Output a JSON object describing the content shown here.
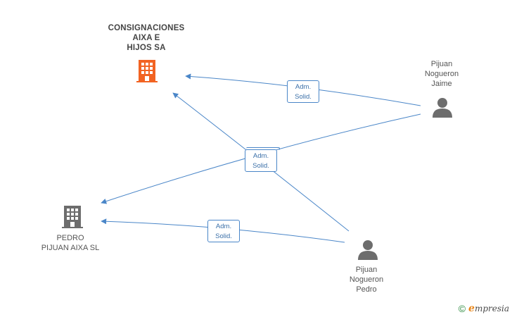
{
  "nodes": {
    "company_main": {
      "label": "CONSIGNACIONES\nAIXA E\nHIJOS SA",
      "color": "#f26322"
    },
    "company_second": {
      "label": "PEDRO\nPIJUAN AIXA SL",
      "color": "#6d6d6d"
    },
    "person_jaime": {
      "label": "Pijuan\nNogueron\nJaime",
      "color": "#6d6d6d"
    },
    "person_pedro": {
      "label": "Pijuan\nNogueron\nPedro",
      "color": "#6d6d6d"
    }
  },
  "edges": [
    {
      "from": "person_jaime",
      "to": "company_main",
      "label": "Adm.\nSolid."
    },
    {
      "from": "person_jaime",
      "to": "company_second",
      "label": "Adm.\nSolid."
    },
    {
      "from": "person_pedro",
      "to": "company_main",
      "label": "Adm.\nSolid."
    },
    {
      "from": "person_pedro",
      "to": "company_second",
      "label": "Adm.\nSolid."
    }
  ],
  "edge_color": "#4a86c8",
  "watermark": {
    "copyright": "©",
    "brand_initial": "e",
    "brand_rest": "mpresia"
  }
}
